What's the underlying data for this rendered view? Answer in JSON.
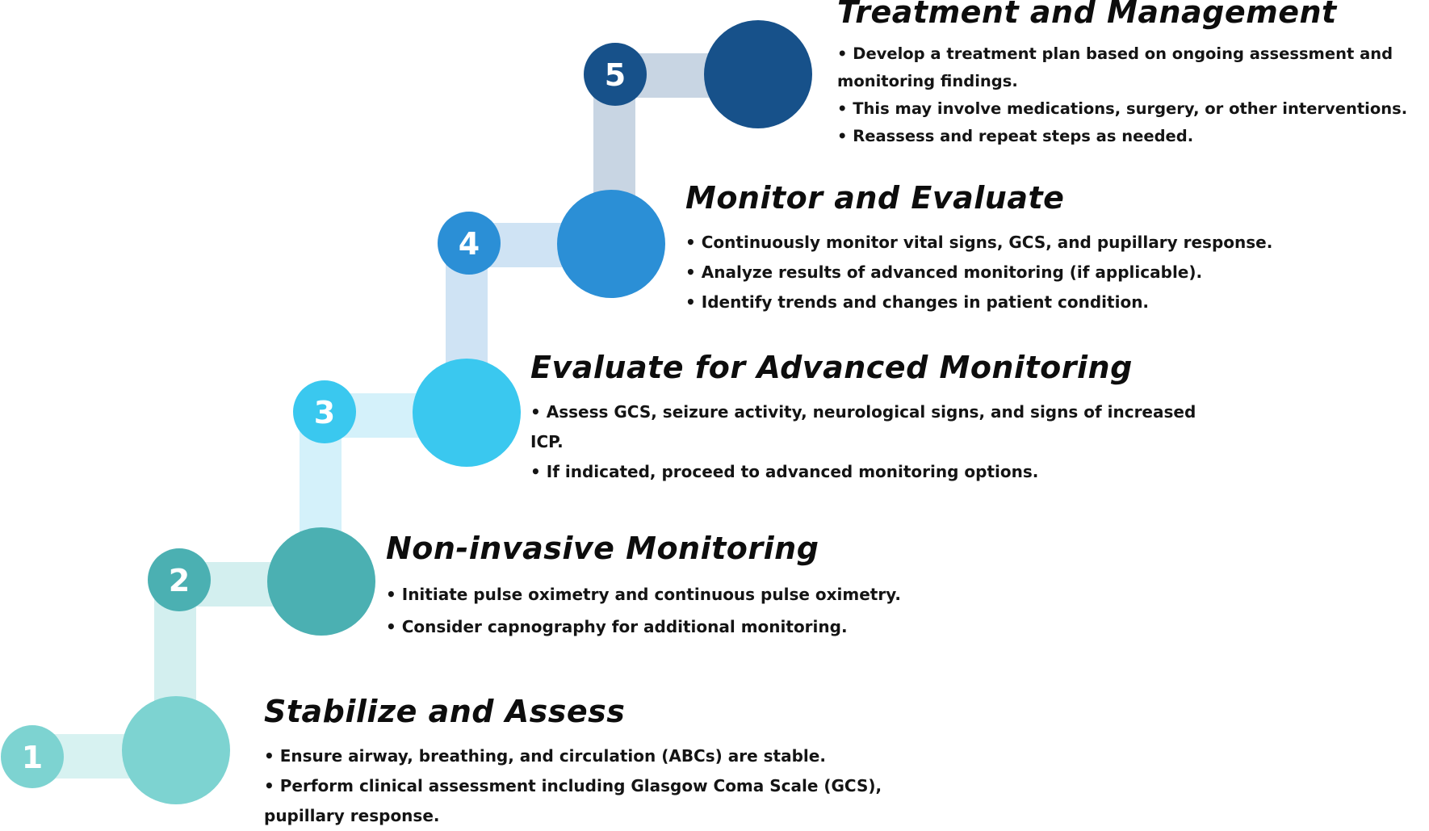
{
  "colors": {
    "step_1": "#7dd3d1",
    "step_1_connector": "#d7f2f1",
    "step_2": "#4bb0b2",
    "step_2_connector": "#d3efef",
    "step_3": "#3ac8ef",
    "step_3_connector": "#d4f1fa",
    "step_4": "#2b8fd6",
    "step_4_connector": "#cfe3f4",
    "step_5": "#17518a",
    "step_5_connector": "#c8d5e3"
  },
  "steps": [
    {
      "number": "1",
      "title": "Stabilize and Assess",
      "bullets": [
        "• Ensure airway, breathing, and circulation (ABCs) are stable.",
        "• Perform clinical assessment including Glasgow Coma Scale (GCS), pupillary response."
      ]
    },
    {
      "number": "2",
      "title": "Non-invasive Monitoring",
      "bullets": [
        "• Initiate pulse oximetry and continuous pulse oximetry.",
        "• Consider capnography for additional monitoring."
      ]
    },
    {
      "number": "3",
      "title": "Evaluate for Advanced Monitoring",
      "bullets": [
        "• Assess GCS, seizure activity, neurological signs, and signs of increased ICP.",
        "• If indicated, proceed to advanced monitoring options."
      ]
    },
    {
      "number": "4",
      "title": "Monitor and Evaluate",
      "bullets": [
        "• Continuously monitor vital signs, GCS, and pupillary response.",
        "• Analyze results of advanced monitoring (if applicable).",
        "• Identify trends and changes in patient condition."
      ]
    },
    {
      "number": "5",
      "title": "Treatment and Management",
      "bullets": [
        "• Develop a treatment plan based on ongoing assessment and monitoring findings.",
        "• This may involve medications, surgery, or other interventions.",
        "• Reassess and repeat steps as needed."
      ]
    }
  ]
}
